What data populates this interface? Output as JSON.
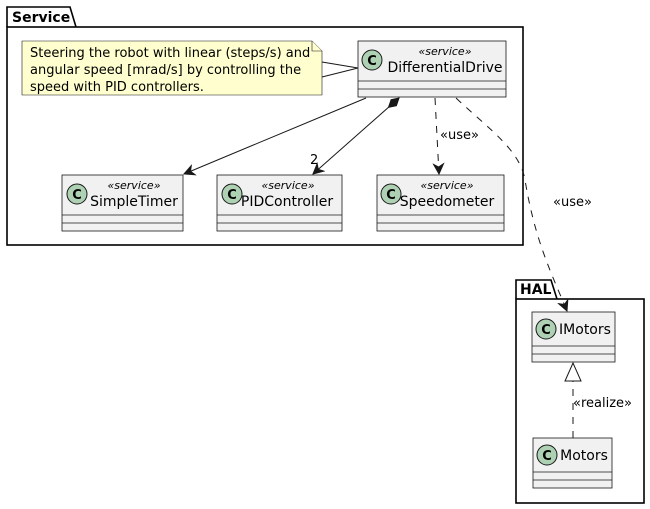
{
  "packages": {
    "service": {
      "label": "Service"
    },
    "hal": {
      "label": "HAL"
    }
  },
  "classes": {
    "differential_drive": {
      "name": "DifferentialDrive",
      "stereotype": "«service»",
      "icon": "C"
    },
    "simple_timer": {
      "name": "SimpleTimer",
      "stereotype": "«service»",
      "icon": "C"
    },
    "pid_controller": {
      "name": "PIDController",
      "stereotype": "«service»",
      "icon": "C"
    },
    "speedometer": {
      "name": "Speedometer",
      "stereotype": "«service»",
      "icon": "C"
    },
    "imotors": {
      "name": "IMotors",
      "icon": "C"
    },
    "motors": {
      "name": "Motors",
      "icon": "C"
    }
  },
  "note": {
    "lines": [
      "Steering the robot with linear (steps/s) and",
      "angular speed [mrad/s] by controlling the",
      "speed with PID controllers."
    ]
  },
  "edges": {
    "pid_multiplicity": "2",
    "use_speedometer": "«use»",
    "use_imotors": "«use»",
    "realize": "«realize»"
  },
  "colors": {
    "class_fill": "#f1f1f1",
    "class_icon": "#add1b2",
    "note_fill": "#fefece",
    "line": "#181818"
  }
}
